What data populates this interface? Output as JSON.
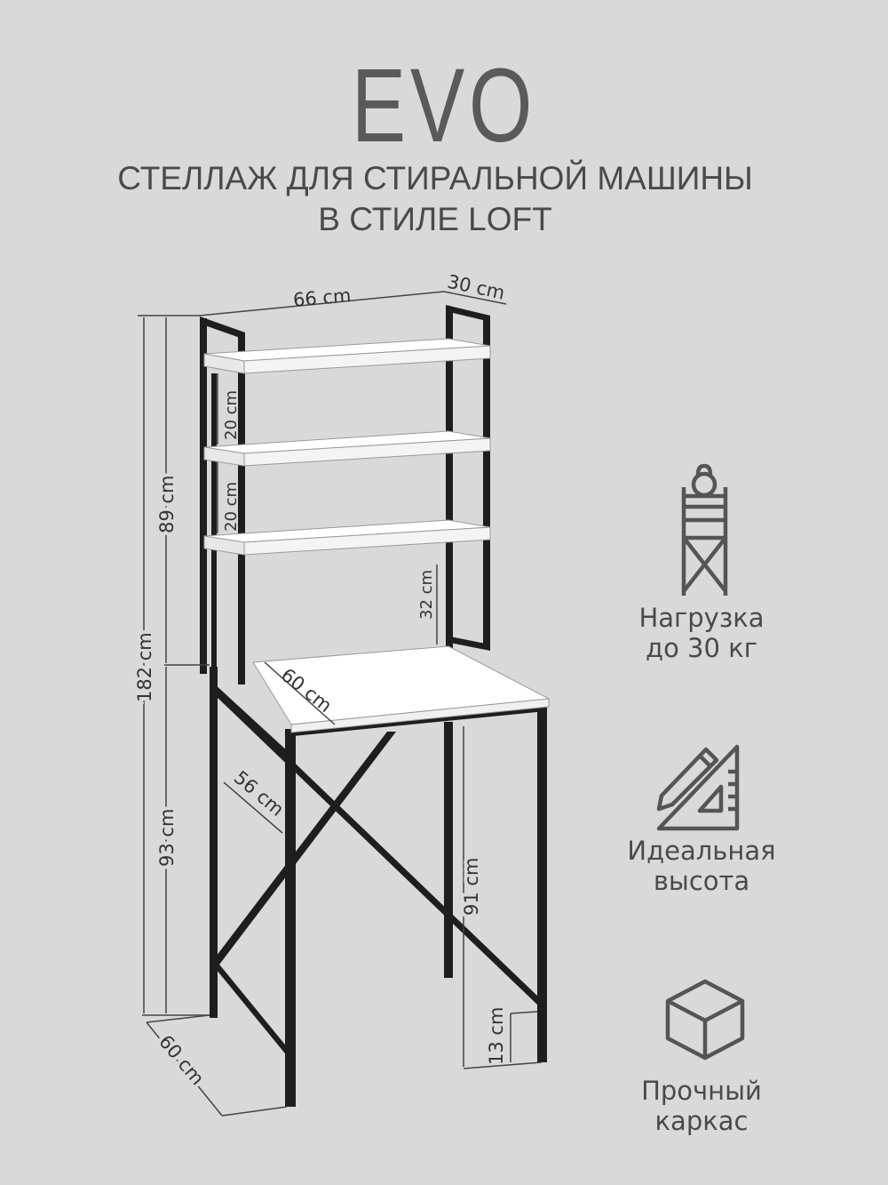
{
  "brand": "EVO",
  "subtitle": {
    "line1": "СТЕЛЛАЖ ДЛЯ СТИРАЛЬНОЙ МАШИНЫ",
    "line2": "В СТИЛЕ LOFT"
  },
  "dimensions": {
    "width_top": "66 cm",
    "depth_top": "30 cm",
    "shelf_gap_1": "20 cm",
    "shelf_gap_2": "20 cm",
    "desk_gap": "32 cm",
    "desk_depth": "60 cm",
    "inner_depth": "56 cm",
    "total_height": "182 cm",
    "upper_height": "89 cm",
    "lower_height": "93 cm",
    "clear_height": "91 cm",
    "bottom_rail": "13 cm",
    "base_depth": "60 cm"
  },
  "features": [
    {
      "icon": "kettlebell-rack-icon",
      "line1": "Нагрузка",
      "line2": "до 30 кг"
    },
    {
      "icon": "pencil-triangle-ruler-icon",
      "line1": "Идеальная",
      "line2": "высота"
    },
    {
      "icon": "cube-icon",
      "line1": "Прочный",
      "line2": "каркас"
    }
  ],
  "colors": {
    "background": "#d9d9d9",
    "text": "#4a4a4a",
    "frame": "#1e1e1e",
    "shelf": "#ffffff"
  }
}
